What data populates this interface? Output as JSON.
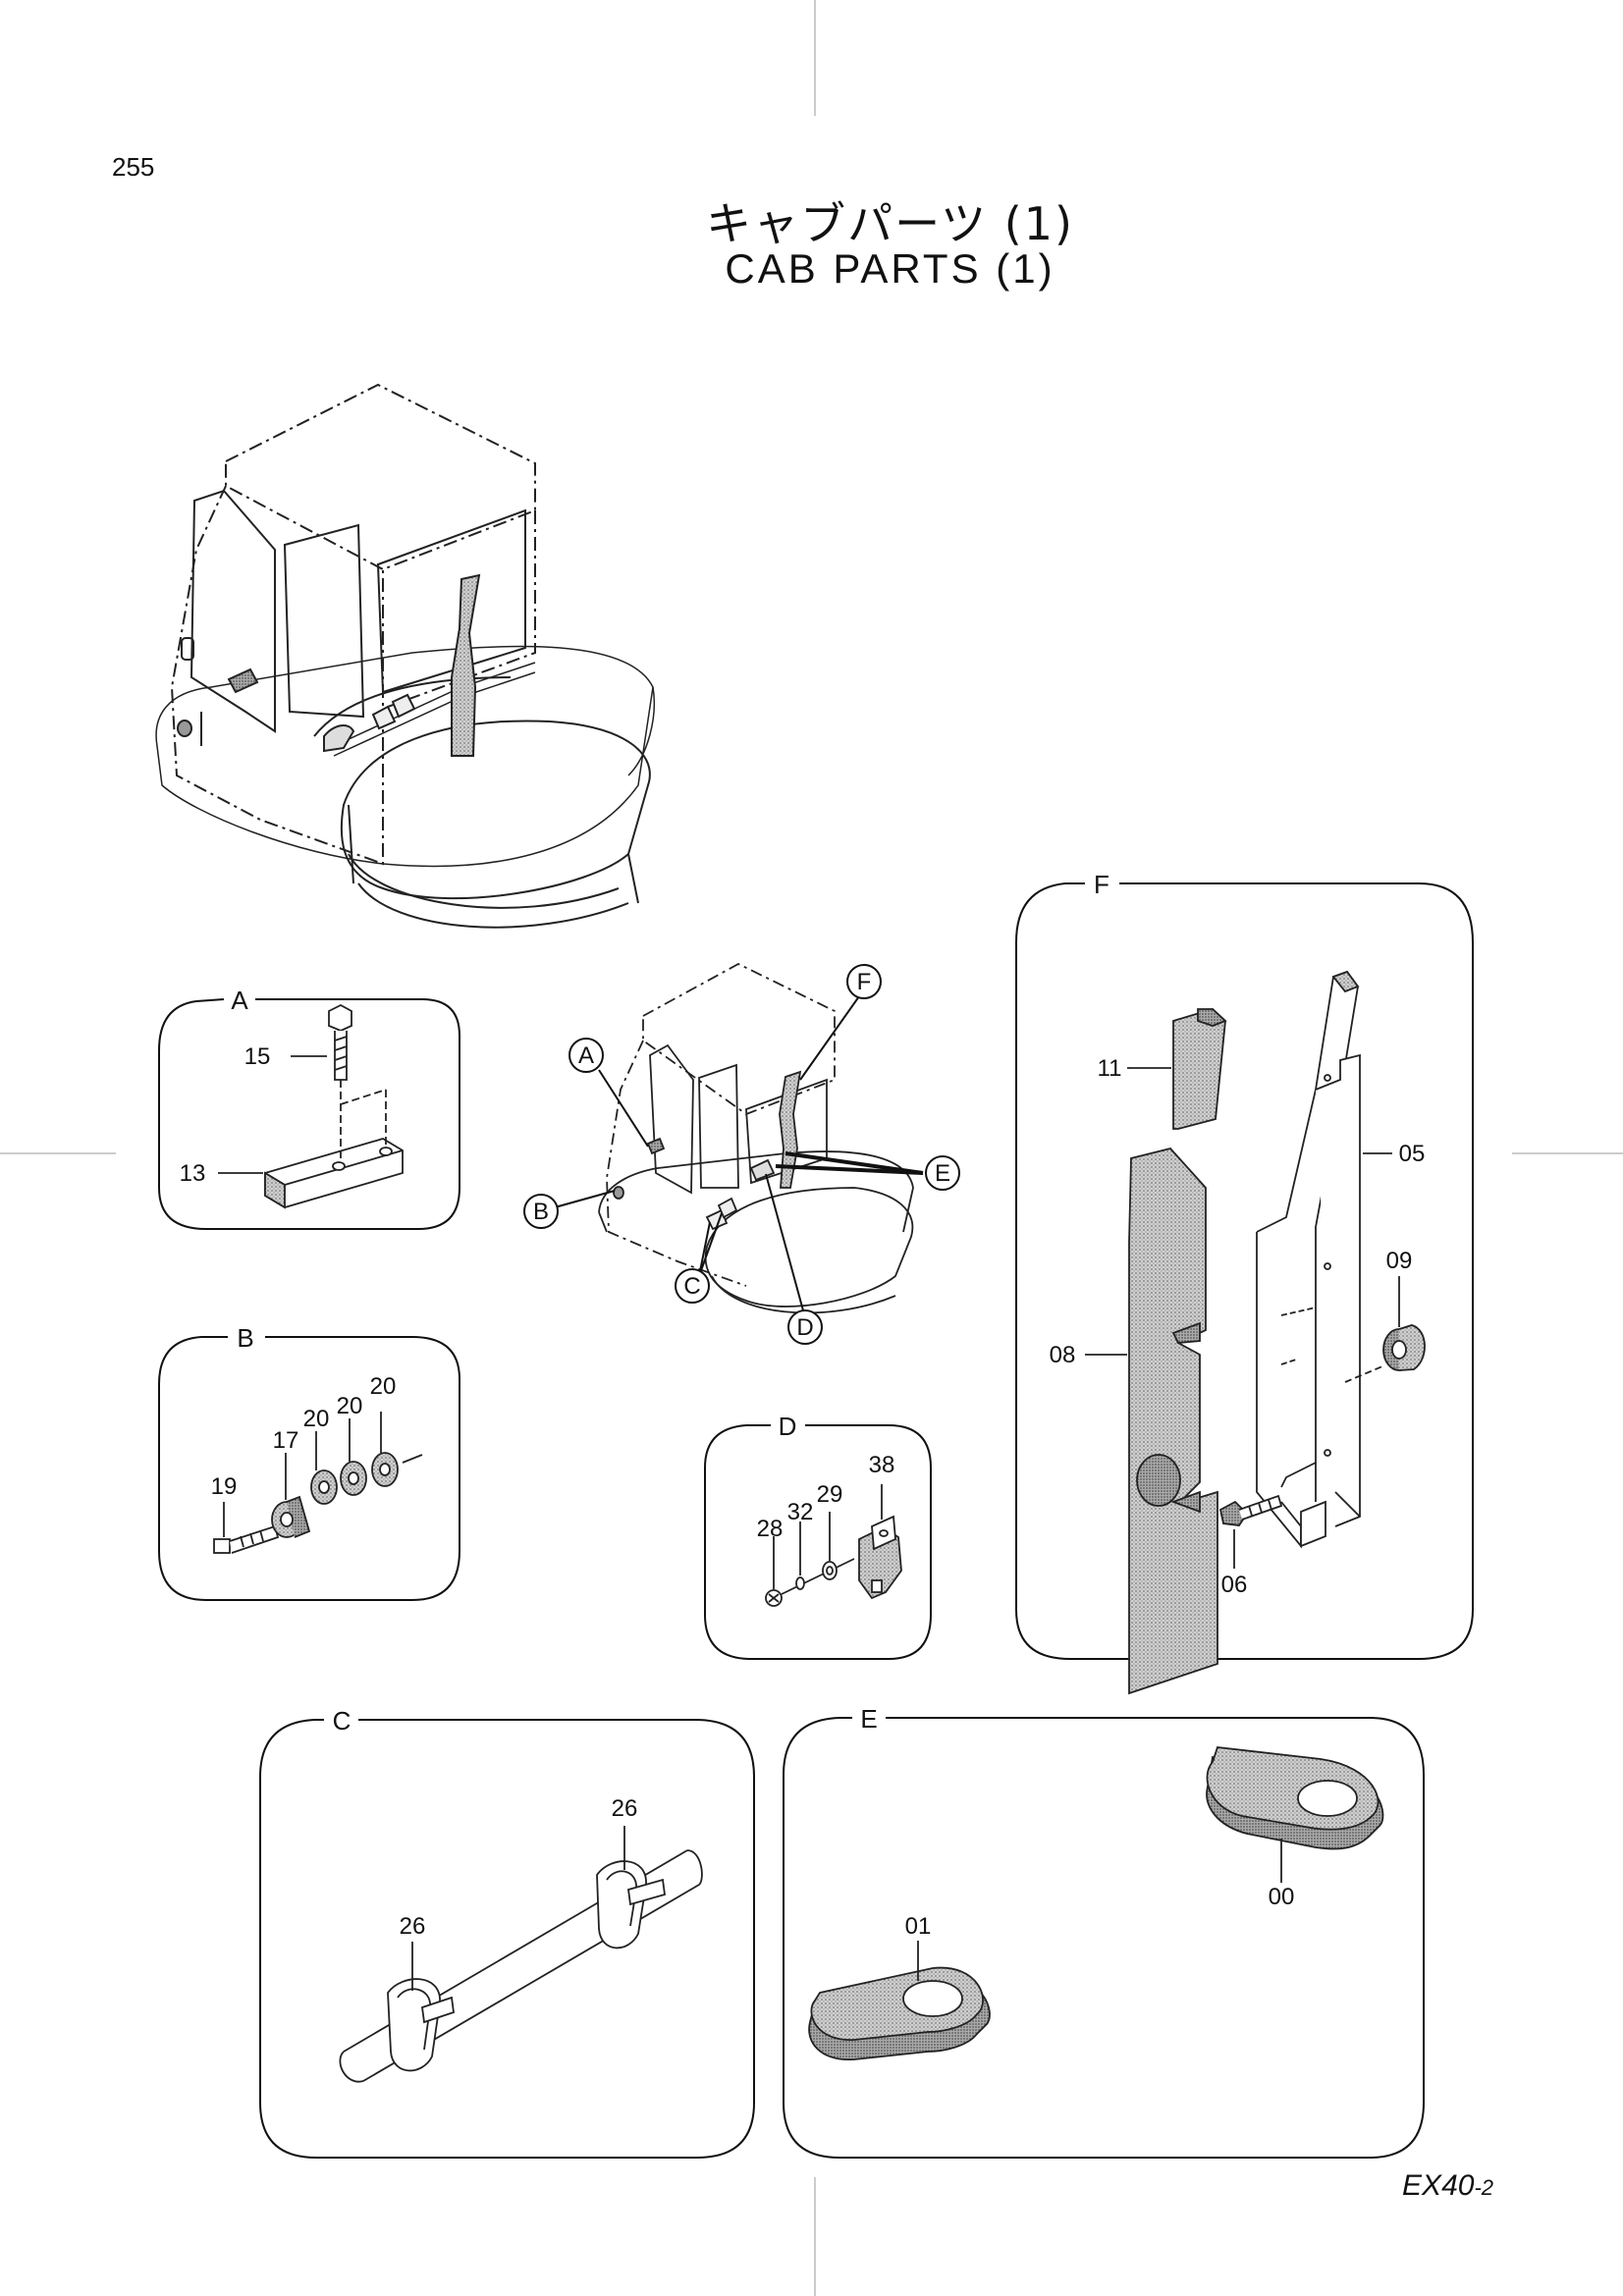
{
  "page_number": "255",
  "title_ja": "キャブパーツ (1)",
  "title_en": "CAB PARTS (1)",
  "model_code": "EX40",
  "model_suffix": "-2",
  "callouts": {
    "A": "A",
    "B": "B",
    "C": "C",
    "D": "D",
    "E": "E",
    "F": "F"
  },
  "sections": {
    "A": "A",
    "B": "B",
    "C": "C",
    "D": "D",
    "E": "E",
    "F": "F"
  },
  "labels": {
    "p15": "15",
    "p13": "13",
    "p19": "19",
    "p17": "17",
    "p20a": "20",
    "p20b": "20",
    "p20c": "20",
    "p28": "28",
    "p32": "32",
    "p29": "29",
    "p38": "38",
    "p11": "11",
    "p05": "05",
    "p09": "09",
    "p08": "08",
    "p06": "06",
    "p26a": "26",
    "p26b": "26",
    "p00": "00",
    "p01": "01"
  }
}
